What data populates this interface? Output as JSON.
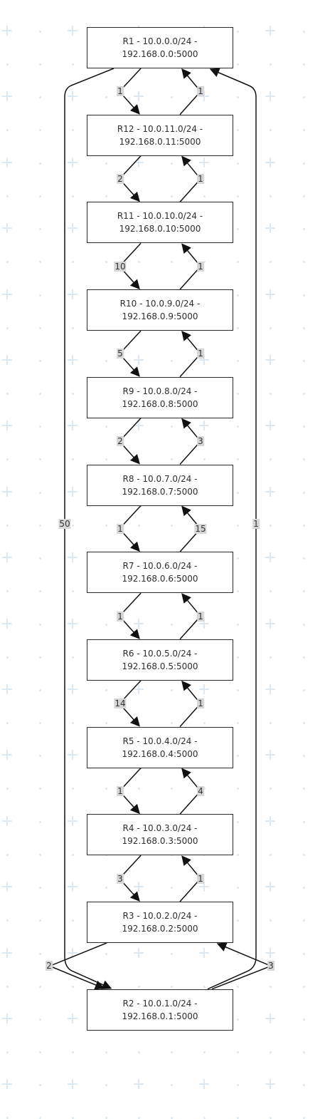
{
  "nodes": [
    {
      "id": "R1",
      "label": "R1 - 10.0.0.0/24 -",
      "address": "192.168.0.0:5000"
    },
    {
      "id": "R12",
      "label": "R12 - 10.0.11.0/24 -",
      "address": "192.168.0.11:5000"
    },
    {
      "id": "R11",
      "label": "R11 - 10.0.10.0/24 -",
      "address": "192.168.0.10:5000"
    },
    {
      "id": "R10",
      "label": "R10 - 10.0.9.0/24 -",
      "address": "192.168.0.9:5000"
    },
    {
      "id": "R9",
      "label": "R9 - 10.0.8.0/24 -",
      "address": "192.168.0.8:5000"
    },
    {
      "id": "R8",
      "label": "R8 - 10.0.7.0/24 -",
      "address": "192.168.0.7:5000"
    },
    {
      "id": "R7",
      "label": "R7 - 10.0.6.0/24 -",
      "address": "192.168.0.6:5000"
    },
    {
      "id": "R6",
      "label": "R6 - 10.0.5.0/24 -",
      "address": "192.168.0.5:5000"
    },
    {
      "id": "R5",
      "label": "R5 - 10.0.4.0/24 -",
      "address": "192.168.0.4:5000"
    },
    {
      "id": "R4",
      "label": "R4 - 10.0.3.0/24 -",
      "address": "192.168.0.3:5000"
    },
    {
      "id": "R3",
      "label": "R3 - 10.0.2.0/24 -",
      "address": "192.168.0.2:5000"
    },
    {
      "id": "R2",
      "label": "R2 - 10.0.1.0/24 -",
      "address": "192.168.0.1:5000"
    }
  ],
  "edges": [
    {
      "from": "R1",
      "to": "R12",
      "weight": "1"
    },
    {
      "from": "R12",
      "to": "R1",
      "weight": "1"
    },
    {
      "from": "R12",
      "to": "R11",
      "weight": "2"
    },
    {
      "from": "R11",
      "to": "R12",
      "weight": "1"
    },
    {
      "from": "R11",
      "to": "R10",
      "weight": "10"
    },
    {
      "from": "R10",
      "to": "R11",
      "weight": "1"
    },
    {
      "from": "R10",
      "to": "R9",
      "weight": "5"
    },
    {
      "from": "R9",
      "to": "R10",
      "weight": "1"
    },
    {
      "from": "R9",
      "to": "R8",
      "weight": "2"
    },
    {
      "from": "R8",
      "to": "R9",
      "weight": "3"
    },
    {
      "from": "R8",
      "to": "R7",
      "weight": "1"
    },
    {
      "from": "R7",
      "to": "R8",
      "weight": "15"
    },
    {
      "from": "R7",
      "to": "R6",
      "weight": "1"
    },
    {
      "from": "R6",
      "to": "R7",
      "weight": "1"
    },
    {
      "from": "R6",
      "to": "R5",
      "weight": "14"
    },
    {
      "from": "R5",
      "to": "R6",
      "weight": "1"
    },
    {
      "from": "R5",
      "to": "R4",
      "weight": "1"
    },
    {
      "from": "R4",
      "to": "R5",
      "weight": "4"
    },
    {
      "from": "R4",
      "to": "R3",
      "weight": "3"
    },
    {
      "from": "R3",
      "to": "R4",
      "weight": "1"
    },
    {
      "from": "R1",
      "to": "R2",
      "weight": "50"
    },
    {
      "from": "R2",
      "to": "R1",
      "weight": "1"
    },
    {
      "from": "R3",
      "to": "R2",
      "weight": "2"
    },
    {
      "from": "R2",
      "to": "R3",
      "weight": "3"
    }
  ],
  "colors": {
    "background": "#ffffff",
    "grid": "#dbe8f2",
    "node_border": "#2b2b2b",
    "edge": "#111111",
    "edge_label_bg": "#d6d6d6"
  }
}
